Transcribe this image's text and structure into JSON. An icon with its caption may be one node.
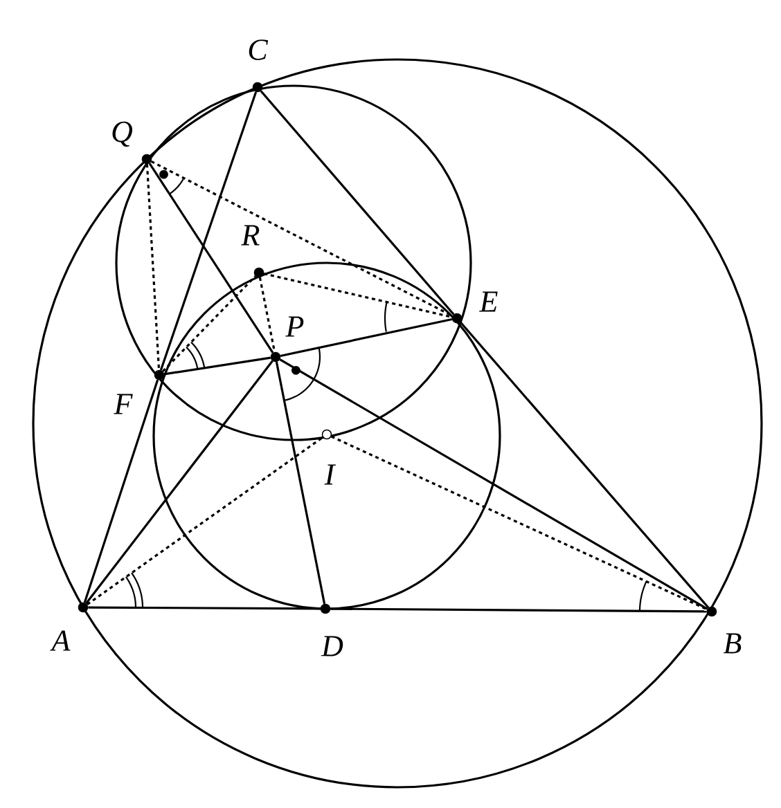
{
  "diagram": {
    "nodes": [
      {
        "text": [
          "A"
        ]
      },
      {
        "text": [
          "B"
        ]
      },
      {
        "text": [
          "C"
        ]
      },
      {
        "text": [
          "D"
        ]
      },
      {
        "text": [
          "E"
        ]
      },
      {
        "text": [
          "F"
        ]
      },
      {
        "text": [
          "P"
        ]
      },
      {
        "text": [
          "Q"
        ]
      },
      {
        "text": [
          "R"
        ]
      },
      {
        "text": [
          "I"
        ]
      }
    ],
    "edges": [
      {
        "from": 0,
        "to": 3,
        "arrow": "none"
      },
      {
        "from": 3,
        "to": 1,
        "arrow": "none"
      },
      {
        "from": 0,
        "to": 5,
        "arrow": "none"
      },
      {
        "from": 5,
        "to": 2,
        "arrow": "none"
      },
      {
        "from": 2,
        "to": 4,
        "arrow": "none"
      },
      {
        "from": 4,
        "to": 1,
        "arrow": "none"
      },
      {
        "from": 5,
        "to": 6,
        "arrow": "none"
      },
      {
        "from": 6,
        "to": 4,
        "arrow": "none"
      },
      {
        "from": 7,
        "to": 6,
        "arrow": "none"
      },
      {
        "from": 6,
        "to": 1,
        "arrow": "none"
      },
      {
        "from": 0,
        "to": 6,
        "arrow": "none"
      },
      {
        "from": 6,
        "to": 3,
        "arrow": "none"
      },
      {
        "from": 7,
        "to": 5,
        "arrow": "none",
        "style": "dashed"
      },
      {
        "from": 7,
        "to": 4,
        "arrow": "none",
        "style": "dashed"
      },
      {
        "from": 8,
        "to": 4,
        "arrow": "none",
        "style": "dashed"
      },
      {
        "from": 5,
        "to": 8,
        "arrow": "none",
        "style": "dashed"
      },
      {
        "from": 8,
        "to": 6,
        "arrow": "none",
        "style": "dashed"
      },
      {
        "from": 0,
        "to": 9,
        "arrow": "none",
        "style": "dashed"
      },
      {
        "from": 9,
        "to": 1,
        "arrow": "none",
        "style": "dashed"
      }
    ]
  }
}
